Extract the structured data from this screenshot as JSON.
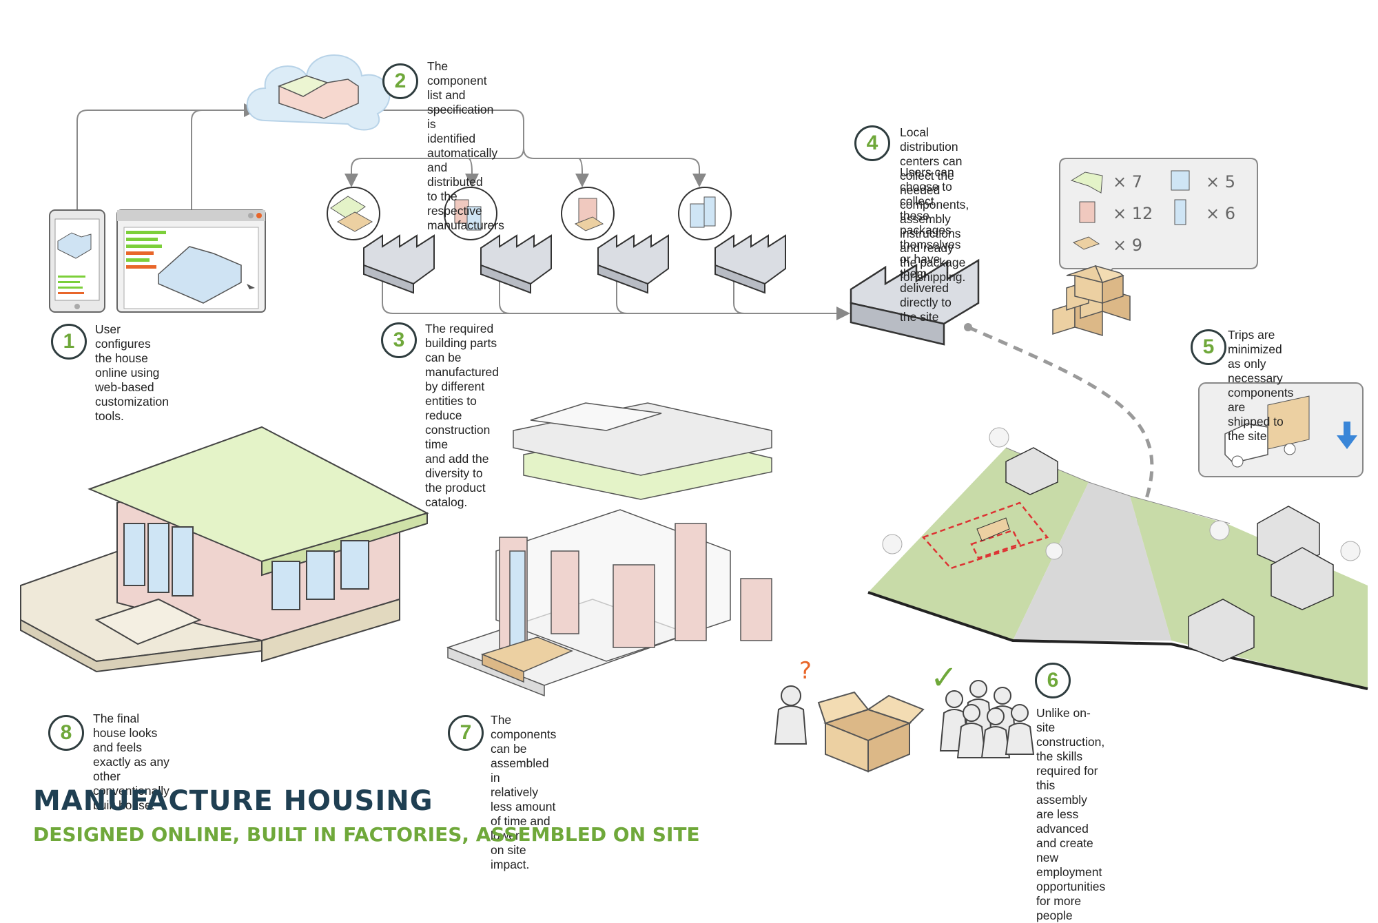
{
  "title": "MANUFACTURE HOUSING",
  "subtitle": "DESIGNED ONLINE, BUILT IN FACTORIES, ASSEMBLED ON SITE",
  "steps": [
    {
      "num": "1",
      "lines": [
        "User configures the house",
        "online using web-based",
        "customization tools."
      ]
    },
    {
      "num": "2",
      "lines": [
        "The component list and specification is",
        "identified automatically and distributed",
        "to the respective manufacturers"
      ]
    },
    {
      "num": "3",
      "lines": [
        "The required building parts can be manufactured",
        "by different entities to reduce construction time",
        "and add the diversity to the product catalog."
      ]
    },
    {
      "num": "4",
      "lines": [
        "Local distribution centers can collect the needed components,",
        "assembly instructions and ready the package for shipping."
      ],
      "extra_lines": [
        "Users can choose to collect",
        "these packages themselves",
        "or have them delivered",
        "directly to the site"
      ]
    },
    {
      "num": "5",
      "lines": [
        "Trips are minimized as only",
        "necessary components are",
        "shipped to the site"
      ]
    },
    {
      "num": "6",
      "lines": [
        "Unlike on-site construction, the skills",
        "required for this assembly are less",
        "advanced and create new employment",
        "opportunities for more people"
      ]
    },
    {
      "num": "7",
      "lines": [
        "The components can be assembled in",
        "relatively less amount of time and lower",
        "on site impact."
      ]
    },
    {
      "num": "8",
      "lines": [
        "The final house looks and feels",
        "exactly as any other",
        "conventionally built house."
      ]
    }
  ],
  "package_counts": [
    "× 7",
    "× 5",
    "× 12",
    "× 6",
    "× 9"
  ],
  "markers": {
    "question": "?",
    "check": "✓"
  },
  "colors": {
    "accent_green": "#6fa83a",
    "title_navy": "#1f3f52",
    "roof_green": "#e4f3c8",
    "wall_pink": "#efd4cf",
    "glass_blue": "#cfe5f5",
    "box_tan": "#ecd0a2",
    "marker_orange": "#e8662a",
    "arrow_blue": "#3a86d8"
  }
}
